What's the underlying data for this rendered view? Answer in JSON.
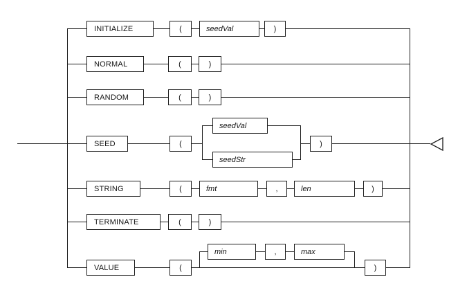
{
  "diagram": {
    "rows": [
      {
        "keyword": "INITIALIZE",
        "open": "(",
        "param": "seedVal",
        "close": ")"
      },
      {
        "keyword": "NORMAL",
        "open": "(",
        "close": ")"
      },
      {
        "keyword": "RANDOM",
        "open": "(",
        "close": ")"
      },
      {
        "keyword": "SEED",
        "open": "(",
        "alt_top": "seedVal",
        "alt_bottom": "seedStr",
        "close": ")"
      },
      {
        "keyword": "STRING",
        "open": "(",
        "param1": "fmt",
        "comma": ",",
        "param2": "len",
        "close": ")"
      },
      {
        "keyword": "TERMINATE",
        "open": "(",
        "close": ")"
      },
      {
        "keyword": "VALUE",
        "open": "(",
        "param1": "min",
        "comma": ",",
        "param2": "max",
        "close": ")"
      }
    ]
  }
}
